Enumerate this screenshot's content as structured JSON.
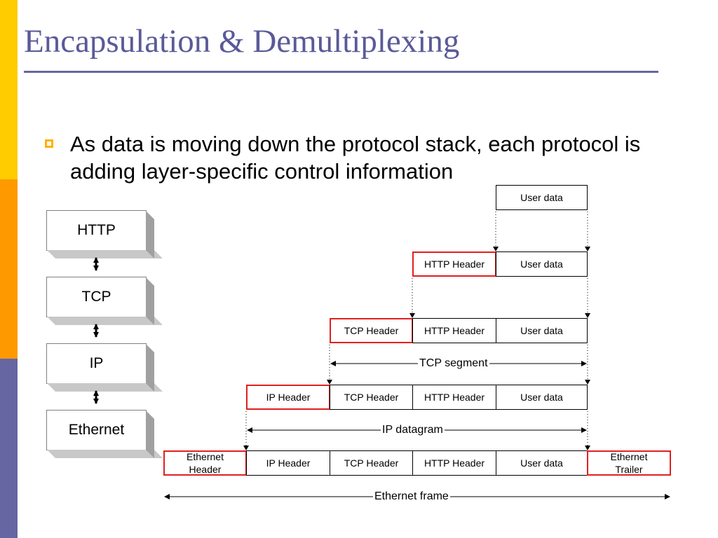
{
  "slide": {
    "title": "Encapsulation & Demultiplexing",
    "bullet": "As data is moving down the protocol stack, each protocol is adding layer-specific control information"
  },
  "colors": {
    "bar_top": "#FFCC00",
    "bar_middle": "#FF9900",
    "bar_bottom": "#6666A3",
    "title": "#5A5A99",
    "header_border": "#E02020"
  },
  "stack": [
    "HTTP",
    "TCP",
    "IP",
    "Ethernet"
  ],
  "rows": {
    "user": [
      "User data"
    ],
    "http": [
      "HTTP Header",
      "User data"
    ],
    "tcp": [
      "TCP Header",
      "HTTP Header",
      "User data"
    ],
    "ip": [
      "IP Header",
      "TCP Header",
      "HTTP Header",
      "User data"
    ],
    "ethernet": [
      "Ethernet\nHeader",
      "IP Header",
      "TCP Header",
      "HTTP Header",
      "User data",
      "Ethernet\nTrailer"
    ]
  },
  "labels": {
    "tcp_segment": "TCP segment",
    "ip_datagram": "IP datagram",
    "ethernet_frame": "Ethernet frame"
  }
}
